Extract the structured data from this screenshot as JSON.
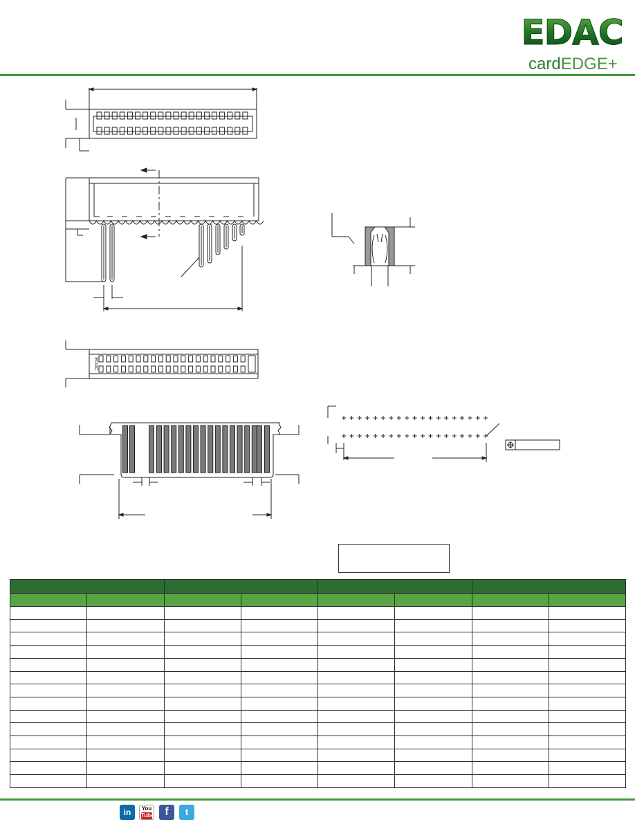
{
  "header": {
    "logo": {
      "brand": "EDAC",
      "sub_lower": "card",
      "sub_upper": "EDGE",
      "sub_mark": "+"
    },
    "accent_color": "#3e9a3a"
  },
  "drawing": {
    "top_view_contact_pairs": 20,
    "side_view_contact_pairs": 20,
    "bottom_view_contact_pairs": 20,
    "bottom_view_marking": "EDAC",
    "pcb_layout_holes_per_row": 19,
    "position_tolerance_symbol": "⌖"
  },
  "boxed_note": "",
  "table": {
    "header_color_dark": "#2c6e31",
    "header_color_light": "#59a545",
    "group_headers": [
      "",
      "",
      "",
      ""
    ],
    "column_headers": [
      "",
      "",
      "",
      "",
      "",
      "",
      "",
      ""
    ],
    "rows": [
      [
        "",
        "",
        "",
        "",
        "",
        "",
        "",
        ""
      ],
      [
        "",
        "",
        "",
        "",
        "",
        "",
        "",
        ""
      ],
      [
        "",
        "",
        "",
        "",
        "",
        "",
        "",
        ""
      ],
      [
        "",
        "",
        "",
        "",
        "",
        "",
        "",
        ""
      ],
      [
        "",
        "",
        "",
        "",
        "",
        "",
        "",
        ""
      ],
      [
        "",
        "",
        "",
        "",
        "",
        "",
        "",
        ""
      ],
      [
        "",
        "",
        "",
        "",
        "",
        "",
        "",
        ""
      ],
      [
        "",
        "",
        "",
        "",
        "",
        "",
        "",
        ""
      ],
      [
        "",
        "",
        "",
        "",
        "",
        "",
        "",
        ""
      ],
      [
        "",
        "",
        "",
        "",
        "",
        "",
        "",
        ""
      ],
      [
        "",
        "",
        "",
        "",
        "",
        "",
        "",
        ""
      ],
      [
        "",
        "",
        "",
        "",
        "",
        "",
        "",
        ""
      ],
      [
        "",
        "",
        "",
        "",
        "",
        "",
        "",
        ""
      ],
      [
        "",
        "",
        "",
        "",
        "",
        "",
        "",
        ""
      ]
    ]
  },
  "footer": {
    "social": [
      {
        "name": "linkedin",
        "label": "in"
      },
      {
        "name": "youtube",
        "label_top": "You",
        "label_bottom": "Tube"
      },
      {
        "name": "facebook",
        "label": "f"
      },
      {
        "name": "twitter",
        "label": "t"
      }
    ]
  }
}
